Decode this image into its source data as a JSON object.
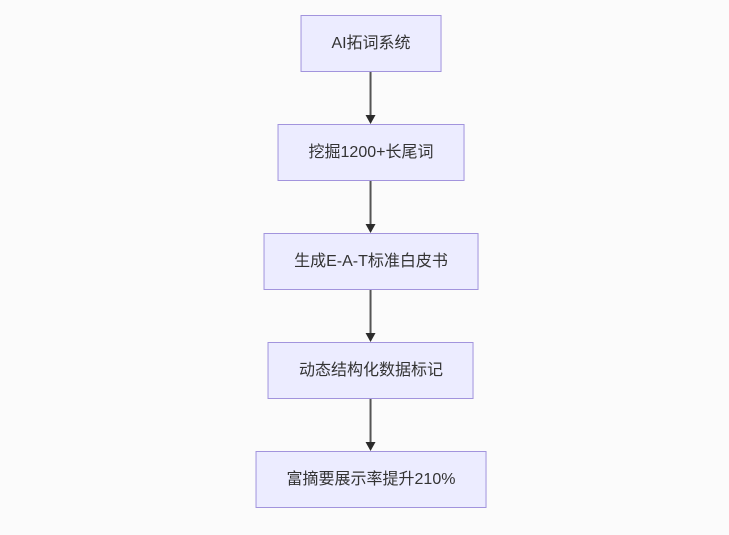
{
  "flowchart": {
    "direction": "top-down",
    "theme": {
      "bg": "#fbfbfb",
      "node_fill": "#ececff",
      "node_border": "#a294dd",
      "text_color": "#333333",
      "line_color": "#555555",
      "arrowhead_color": "#2b2b2b"
    },
    "nodes": [
      {
        "label": "AI拓词系统"
      },
      {
        "label": "挖掘1200+长尾词"
      },
      {
        "label": "生成E-A-T标准白皮书"
      },
      {
        "label": "动态结构化数据标记"
      },
      {
        "label": "富摘要展示率提升210%"
      }
    ]
  }
}
